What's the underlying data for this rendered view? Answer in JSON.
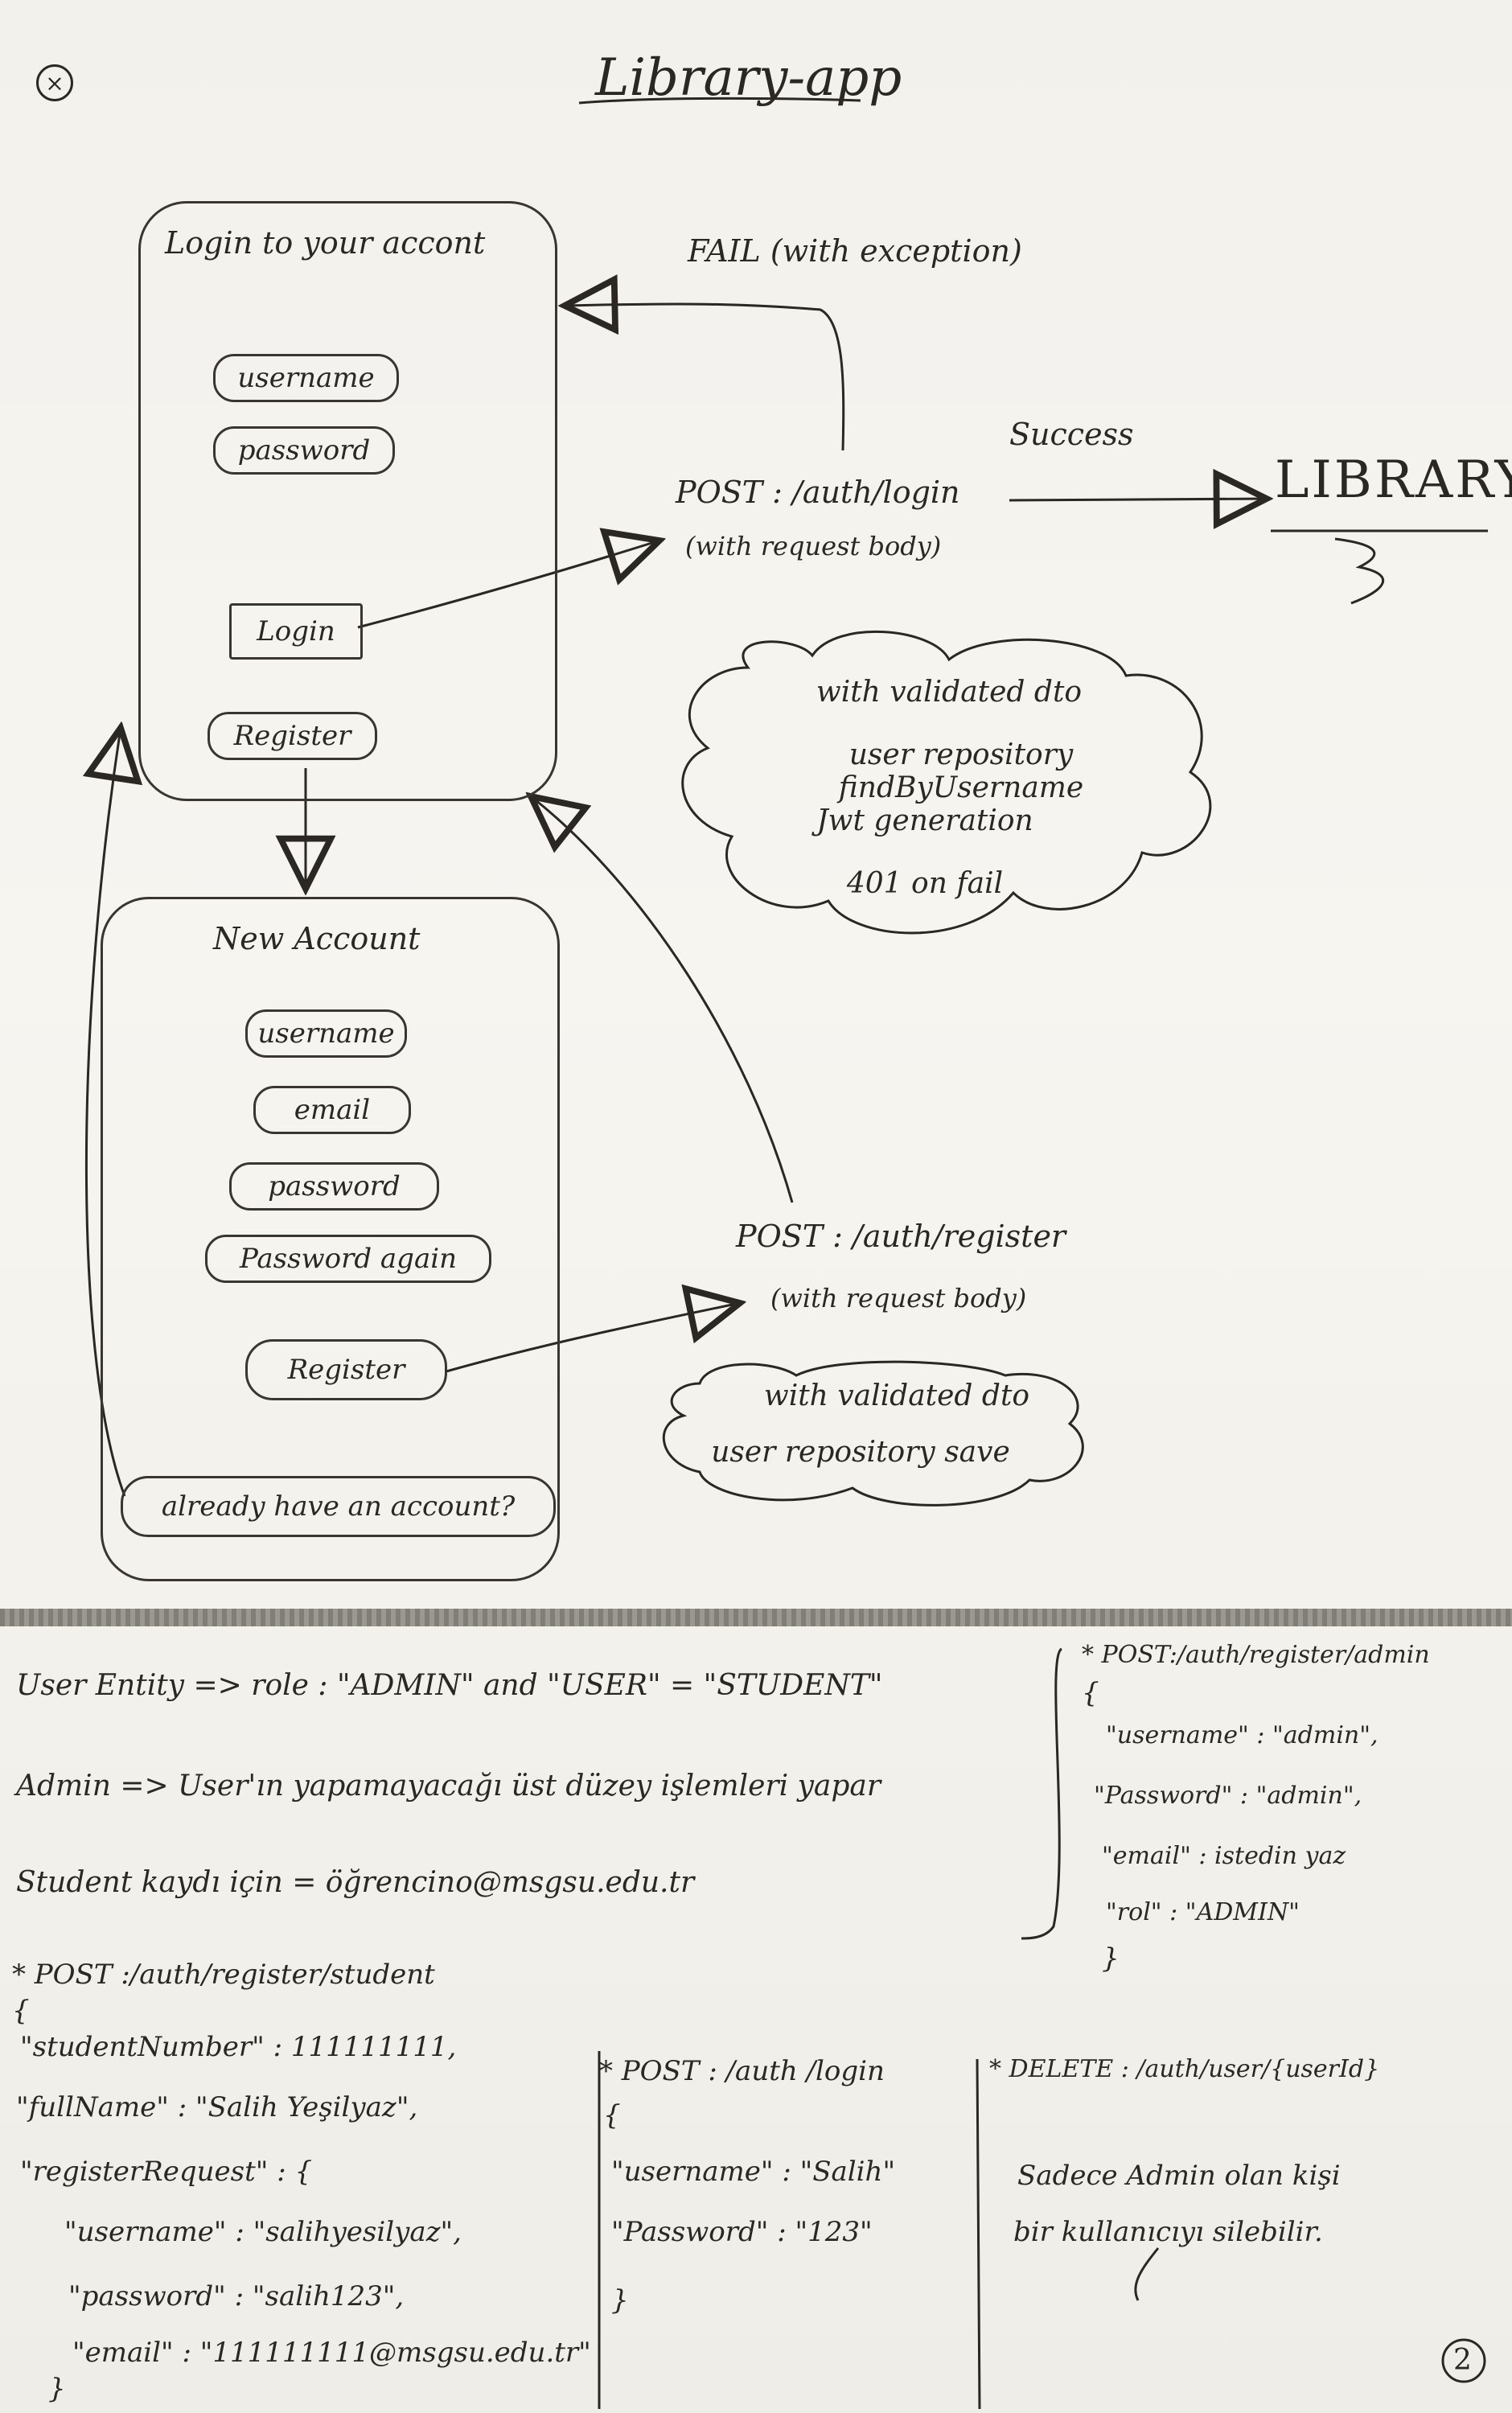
{
  "title": "Library-app",
  "corner_mark": "×",
  "page_number": "2",
  "login_panel": {
    "heading": "Login to your accont",
    "username": "username",
    "password": "password",
    "login_button": "Login",
    "register_button": "Register"
  },
  "register_panel": {
    "heading": "New Account",
    "username": "username",
    "email": "email",
    "password": "password",
    "password_again": "Password again",
    "register_button": "Register",
    "already_link": "already have an account?"
  },
  "flow": {
    "fail_label": "FAIL (with exception)",
    "success_label": "Success",
    "library_label": "LIBRARY",
    "login_endpoint": "POST : /auth/login",
    "login_body": "(with request body)",
    "register_endpoint": "POST : /auth/register",
    "register_body": "(with request body)"
  },
  "login_cloud": {
    "line1": "with validated dto",
    "line2": "user repository findByUsername",
    "line3": "Jwt generation",
    "line4": "401 on fail"
  },
  "register_cloud": {
    "line1": "with validated dto",
    "line2": "user repository save"
  },
  "notes": {
    "line1": "User Entity => role : \"ADMIN\" and \"USER\" = \"STUDENT\"",
    "line2": "Admin => User'ın yapamayacağı üst düzey işlemleri yapar",
    "line3": "Student kaydı için = öğrencino@msgsu.edu.tr"
  },
  "admin_register": {
    "header": "* POST:/auth/register/admin",
    "open": "{",
    "line1": "\"username\" : \"admin\",",
    "line2": "\"Password\" : \"admin\",",
    "line3": "\"email\" : istedin yaz",
    "line4": "\"rol\" : \"ADMIN\"",
    "close": "}"
  },
  "student_register": {
    "header": "* POST :/auth/register/student",
    "open": "{",
    "line1": "\"studentNumber\" : 111111111,",
    "line2": "\"fullName\" : \"Salih Yeşilyaz\",",
    "line3": "\"registerRequest\" : {",
    "line4": "\"username\" : \"salihyesilyaz\",",
    "line5": "\"password\" : \"salih123\",",
    "line6": "\"email\" : \"111111111@msgsu.edu.tr\"",
    "close": "}"
  },
  "login_example": {
    "header": "* POST : /auth /login",
    "open": "{",
    "line1": "\"username\" : \"Salih\"",
    "line2": "\"Password\" : \"123\"",
    "close": "}"
  },
  "delete_example": {
    "header": "* DELETE : /auth/user/{userId}",
    "line1": "Sadece Admin olan kişi",
    "line2": "bir kullanıcıyı silebilir."
  }
}
